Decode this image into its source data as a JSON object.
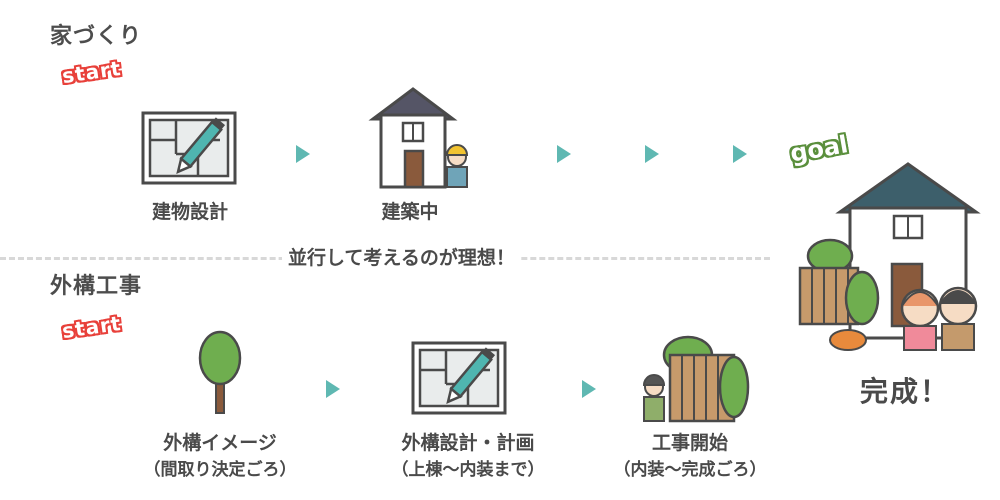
{
  "house_section": {
    "title": "家づくり",
    "start_label": "start",
    "steps": [
      {
        "label": "建物設計"
      },
      {
        "label": "建築中"
      }
    ]
  },
  "divider": {
    "text": "並行して考えるのが理想！"
  },
  "exterior_section": {
    "title": "外構工事",
    "start_label": "start",
    "steps": [
      {
        "label": "外構イメージ",
        "sub": "（間取り決定ごろ）"
      },
      {
        "label": "外構設計・計画",
        "sub": "（上棟〜内装まで）"
      },
      {
        "label": "工事開始",
        "sub": "（内装〜完成ごろ）"
      }
    ]
  },
  "goal": {
    "tag": "goal",
    "label": "完成！"
  },
  "colors": {
    "arrow": "#5fb8b2",
    "start": "#e8403a",
    "goal": "#5a8f3c",
    "roof": "#3d5f6b",
    "tree": "#6fae4f"
  },
  "icons": [
    "blueprint-pencil-icon",
    "house-with-worker-icon",
    "tree-icon",
    "fence-worker-icon",
    "finished-house-family-icon"
  ]
}
